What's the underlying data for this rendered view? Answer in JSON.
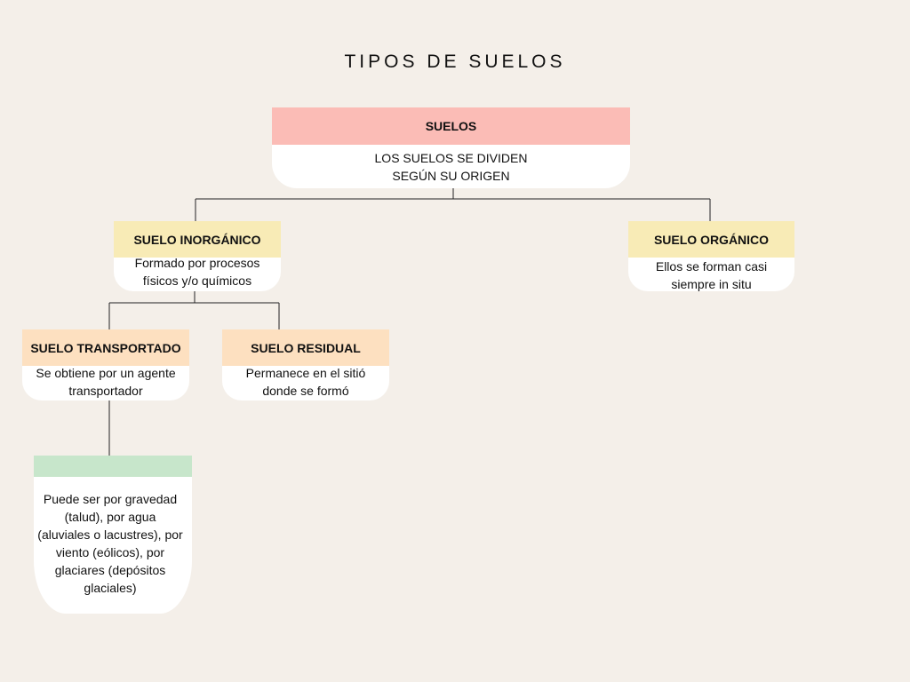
{
  "title": "TIPOS DE SUELOS",
  "colors": {
    "background": "#f4efe9",
    "root_header": "#fbbcb6",
    "level2_header": "#f8ebb6",
    "level3_header": "#fde0c0",
    "level4_header": "#c7e6cb",
    "connector": "#222222"
  },
  "nodes": {
    "suelos": {
      "label": "SUELOS",
      "text_line1": "LOS SUELOS SE DIVIDEN",
      "text_line2": "SEGÚN SU ORIGEN"
    },
    "inorganico": {
      "label": "SUELO INORGÁNICO",
      "text_line1": "Formado por procesos",
      "text_line2": "físicos y/o químicos"
    },
    "organico": {
      "label": "SUELO ORGÁNICO",
      "text_line1": "Ellos se forman casi",
      "text_line2": "siempre in situ"
    },
    "transportado": {
      "label": "SUELO TRANSPORTADO",
      "text_line1": "Se obtiene por un agente",
      "text_line2": "transportador"
    },
    "residual": {
      "label": "SUELO RESIDUAL",
      "text_line1": "Permanece en el sitió",
      "text_line2": "donde se formó"
    },
    "transporte_tipos": {
      "label": "",
      "text_line1": "Puede ser por gravedad",
      "text_line2": "(talud), por agua",
      "text_line3": "(aluviales o lacustres), por",
      "text_line4": "viento (eólicos), por",
      "text_line5": "glaciares (depósitos",
      "text_line6": "glaciales)"
    }
  }
}
